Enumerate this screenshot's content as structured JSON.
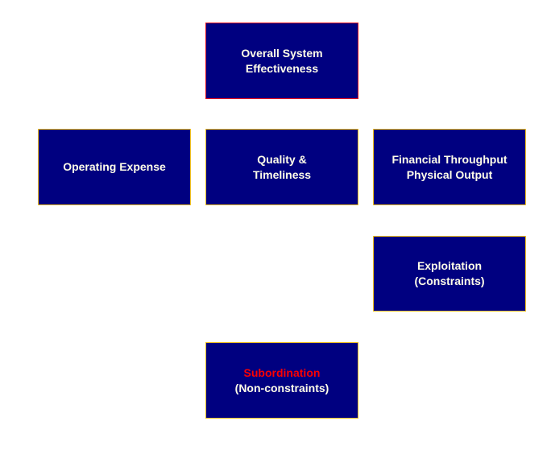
{
  "nodes": {
    "overall": {
      "line1": "Overall  System",
      "line2": "Effectiveness"
    },
    "operating_expense": {
      "line1": "Operating Expense"
    },
    "quality": {
      "line1": "Quality &",
      "line2": "Timeliness"
    },
    "financial": {
      "line1": "Financial  Throughput",
      "line2": "Physical Output"
    },
    "exploitation": {
      "line1": "Exploitation",
      "line2": "(Constraints)"
    },
    "subordination": {
      "line1": "Subordination",
      "line2": "(Non-constraints)"
    }
  },
  "colors": {
    "box_fill": "#000080",
    "text": "#fffde8",
    "highlight": "#ff0000",
    "top_border": "#e01020",
    "border": "#f0c020"
  }
}
